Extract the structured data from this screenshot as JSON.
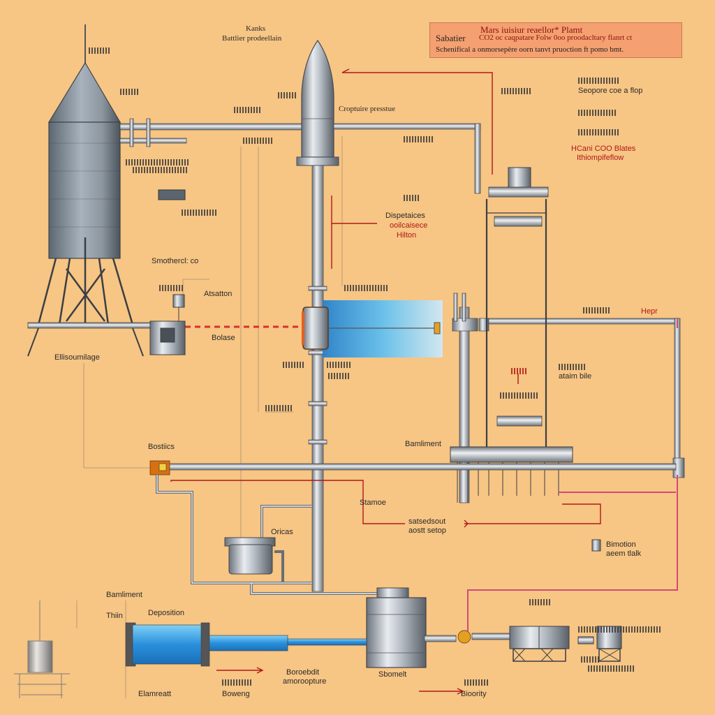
{
  "title_box": {
    "title": "Mars iuisiur reaellor* Plamt",
    "prefix": "Sabatier",
    "line1": "CO2 oc caqpatare Folw 0oo proodacltary flanrt ct",
    "line2": "Schenifical a onmorsepère oorn tanvt pruoction  ft pomo bmt."
  },
  "labels": {
    "kanks": "Kanks",
    "battler_prodcellain": "Battlier  prodeellain",
    "croptuire_prestue": "Croptuire presstue",
    "seopore": "Seopore coe a flop",
    "red_note_1": "HCani COO Blates",
    "red_note_2": "Ithiompifeflow",
    "dispetaices_1": "Dispetaices",
    "dispetaices_2": "ooilcaisece",
    "dispetaices_3": "Hilton",
    "smotherd": "Smothercl: co",
    "atsatton": "Atsatton",
    "bolase": "Bolase",
    "ellisoumtlage": "Ellisoumilage",
    "hepr": "Hepr",
    "ataim_bile": "ataim bile",
    "bostiics": "Bostiics",
    "bamliment": "Bamliment",
    "stamoe": "Stamoe",
    "oricas": "Oricas",
    "satsedsout": "satsedsout",
    "aostt_setop": "aostt setop",
    "bimotion": "Bimotion",
    "aeem_tlalk": "aeem tlalk",
    "bamliment_2": "Bamliment",
    "thiin": "Thiin",
    "deposition": "Deposition",
    "boroebdit": "Boroebdit",
    "amoroopture": "amoroopture",
    "sbomelt": "Sbomelt",
    "elamreatt": "Elamreatt",
    "boweng": "Boweng",
    "bioority": "Bioority"
  },
  "icons": {
    "tall_tank": "storage-tank-icon",
    "rocket": "rocket-reactor-icon",
    "heat_exchanger": "heat-exchanger-icon",
    "tower": "tower-frame-icon"
  },
  "colors": {
    "background": "#f7c584",
    "pipe": "#b8bcc2",
    "pipe_dark": "#555a60",
    "flow_red": "#b01818",
    "flow_pink": "#d04a7a",
    "cyan_flow": "#3aa8e8",
    "title_bg": "#f4a070"
  }
}
